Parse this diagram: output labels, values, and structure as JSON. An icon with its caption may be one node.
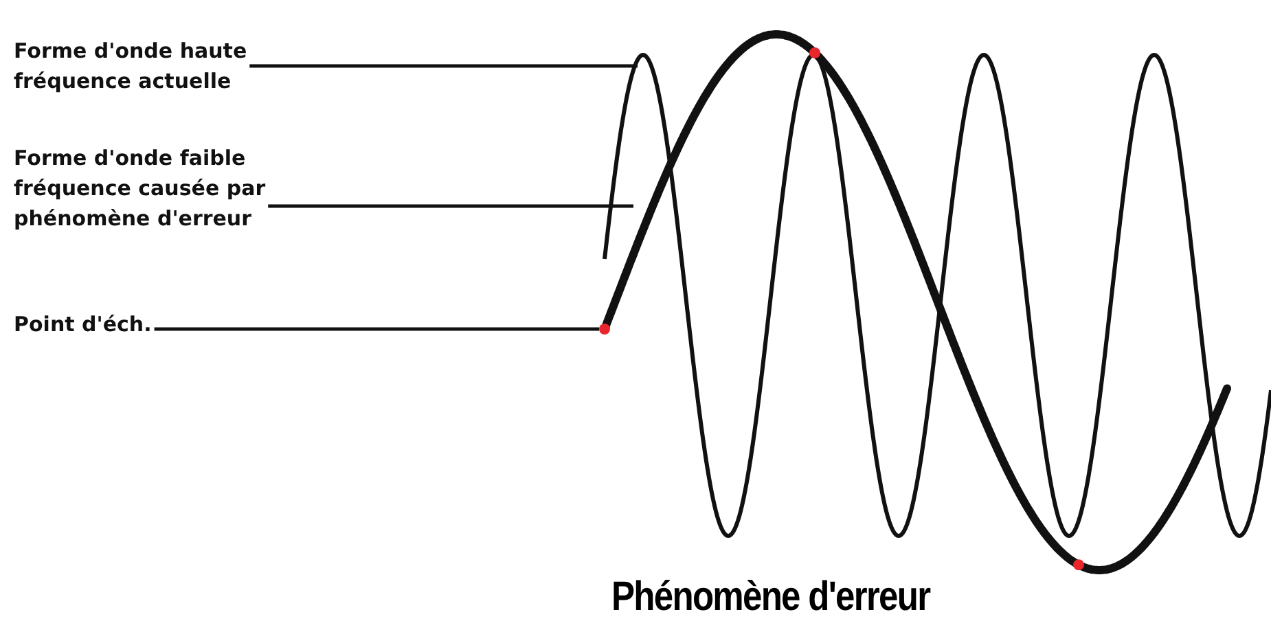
{
  "diagram": {
    "caption": "Phénomène d'erreur",
    "nodes": [
      {
        "text": [
          "Forme d'onde haute fréquence actuelle"
        ]
      },
      {
        "text": [
          "Forme d'onde faible fréquence causée par phénomène d'erreur"
        ]
      },
      {
        "text": [
          "Point d'éch."
        ]
      },
      {
        "text": [],
        "shape": "picture"
      },
      {
        "text": [],
        "shape": "picture"
      },
      {
        "text": [],
        "shape": "circle"
      }
    ],
    "edges": [
      {
        "from": 0,
        "to": 3,
        "arrow": "none"
      },
      {
        "from": 1,
        "to": 4,
        "arrow": "none"
      },
      {
        "from": 2,
        "to": 5,
        "arrow": "none"
      }
    ]
  }
}
